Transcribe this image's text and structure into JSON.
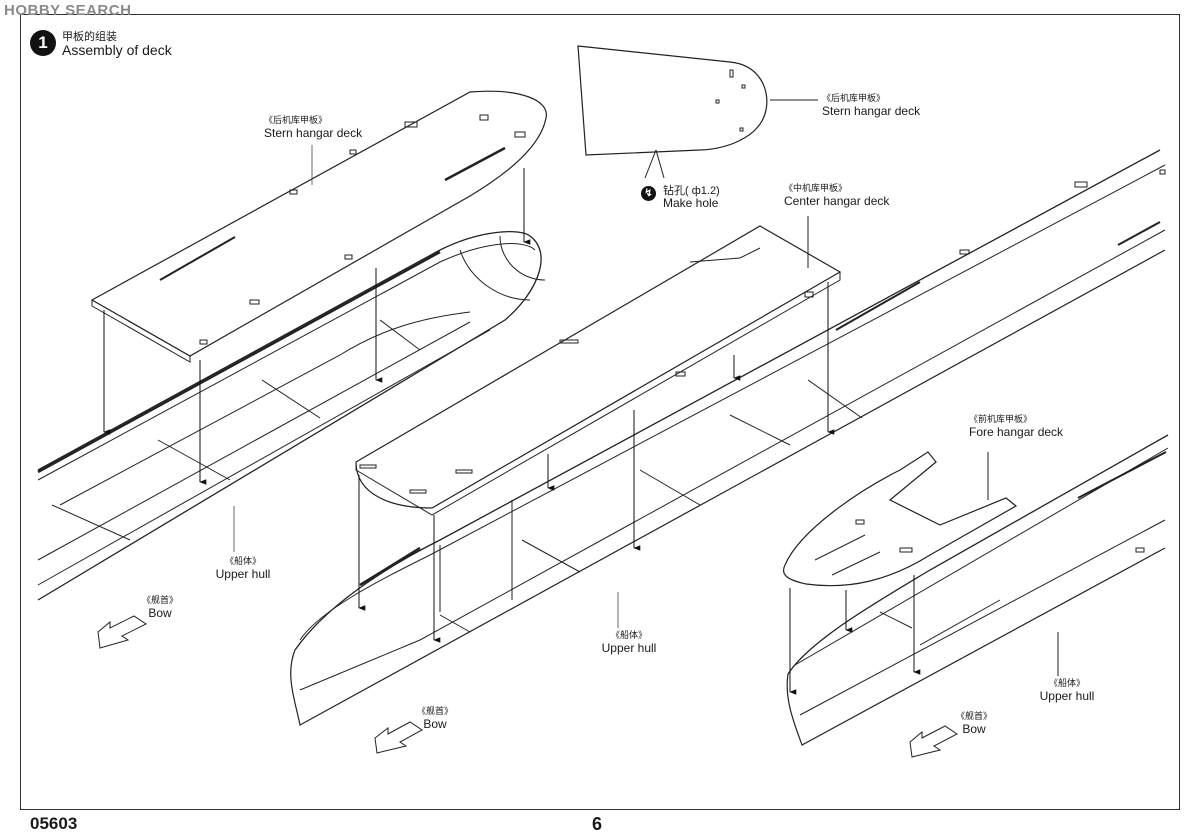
{
  "watermark": "HOBBY SEARCH",
  "step": {
    "number": "1",
    "title_cn": "甲板的组装",
    "title_en": "Assembly of deck"
  },
  "hole_note": {
    "icon": "drill-icon",
    "text_cn": "钻孔( ф1.2)",
    "text_en": "Make hole"
  },
  "labels": {
    "stern_deck_left": {
      "cn": "《后机库甲板》",
      "en": "Stern hangar deck"
    },
    "stern_deck_right": {
      "cn": "《后机库甲板》",
      "en": "Stern hangar deck"
    },
    "center_deck": {
      "cn": "《中机库甲板》",
      "en": "Center hangar deck"
    },
    "fore_deck": {
      "cn": "《前机库甲板》",
      "en": "Fore hangar deck"
    },
    "hull_left": {
      "cn": "《船体》",
      "en": "Upper hull"
    },
    "hull_middle": {
      "cn": "《船体》",
      "en": "Upper hull"
    },
    "hull_right": {
      "cn": "《船体》",
      "en": "Upper hull"
    },
    "bow_left": {
      "cn": "《舰首》",
      "en": "Bow"
    },
    "bow_middle": {
      "cn": "《舰首》",
      "en": "Bow"
    },
    "bow_right": {
      "cn": "《舰首》",
      "en": "Bow"
    }
  },
  "footer": {
    "product_code": "05603",
    "page_number": "6"
  }
}
